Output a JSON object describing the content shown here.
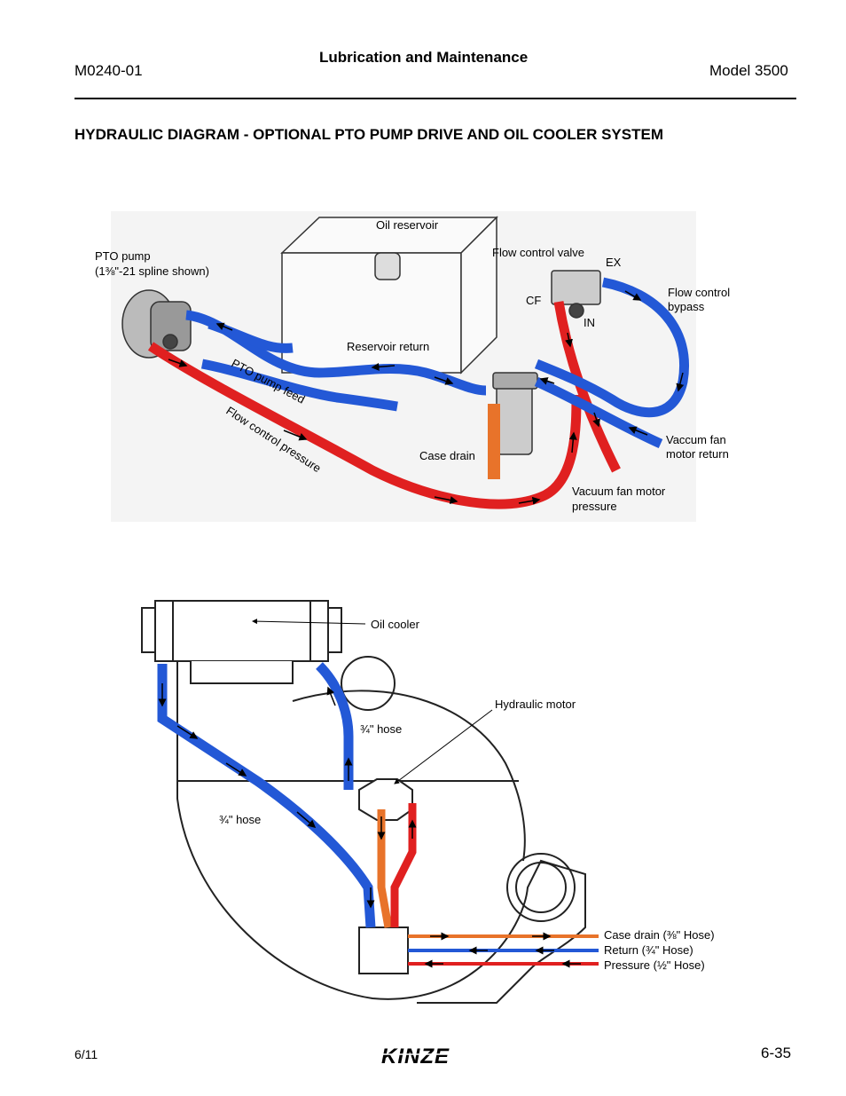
{
  "header": {
    "doc_number": "M0240-01",
    "section": "Lubrication and Maintenance",
    "model": "Model 3500"
  },
  "title": "HYDRAULIC DIAGRAM - OPTIONAL PTO PUMP DRIVE AND OIL COOLER SYSTEM",
  "diagram1": {
    "labels": {
      "oil_reservoir": "Oil reservoir",
      "pto_pump": "PTO pump",
      "pto_pump_spline": "(1⅜\"-21 spline shown)",
      "flow_control_valve": "Flow control valve",
      "ex": "EX",
      "cf": "CF",
      "in": "IN",
      "flow_control_bypass_1": "Flow control",
      "flow_control_bypass_2": "bypass",
      "reservoir_return": "Reservoir return",
      "pto_pump_feed": "PTO pump feed",
      "flow_control_pressure": "Flow control pressure",
      "case_drain": "Case drain",
      "vaccum_fan_motor_return_1": "Vaccum fan",
      "vaccum_fan_motor_return_2": "motor return",
      "vacuum_fan_motor_pressure_1": "Vacuum fan motor",
      "vacuum_fan_motor_pressure_2": "pressure"
    }
  },
  "diagram2": {
    "labels": {
      "oil_cooler": "Oil cooler",
      "hydraulic_motor": "Hydraulic motor",
      "hose_right": "¾\" hose",
      "hose_left": "¾\" hose"
    },
    "legend": [
      {
        "label": "Case drain (⅜\" Hose)",
        "color": "#e8732a"
      },
      {
        "label": "Return (¾\" Hose)",
        "color": "#2358d6"
      },
      {
        "label": "Pressure (½\" Hose)",
        "color": "#e02020"
      }
    ]
  },
  "colors": {
    "return_blue": "#2358d6",
    "pressure_red": "#e02020",
    "drain_orange": "#e8732a"
  },
  "footer": {
    "date": "6/11",
    "brand": "KINZE",
    "page": "6-35"
  }
}
